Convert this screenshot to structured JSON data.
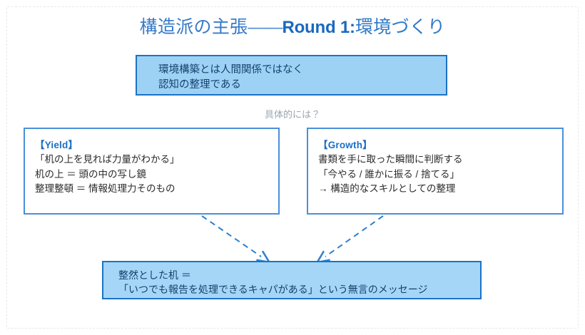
{
  "title": {
    "main": "構造派の主張",
    "dash": "——",
    "round": "Round 1:",
    "tail": "環境づくり"
  },
  "top_box": {
    "line1": "環境構築とは人間関係ではなく",
    "line2": "認知の整理である"
  },
  "caption": "具体的には？",
  "left_box": {
    "head": "【Yield】",
    "line1": "「机の上を見れば力量がわかる」",
    "line2": "机の上 ＝ 頭の中の写し鏡",
    "line3": "整理整頓 ＝ 情報処理力そのもの"
  },
  "right_box": {
    "head": "【Growth】",
    "line1": "書類を手に取った瞬間に判断する",
    "line2": "「今やる / 誰かに振る / 捨てる」",
    "line3": "→ 構造的なスキルとしての整理"
  },
  "bottom_box": {
    "line1": "整然とした机 ＝",
    "line2": "「いつでも報告を処理できるキャパがある」という無言のメッセージ"
  },
  "colors": {
    "accent_blue": "#1c72c4",
    "title_blue": "#3a7bc8",
    "round_blue": "#1a68bf",
    "box_fill_top": "#9ed2f5",
    "box_fill_bottom": "#a5d6f7",
    "box_border": "#4a90d9",
    "caption_gray": "#9aa4b0",
    "frame_dashed": "#e4e9ef",
    "arrow_blue": "#2e7fd0"
  }
}
